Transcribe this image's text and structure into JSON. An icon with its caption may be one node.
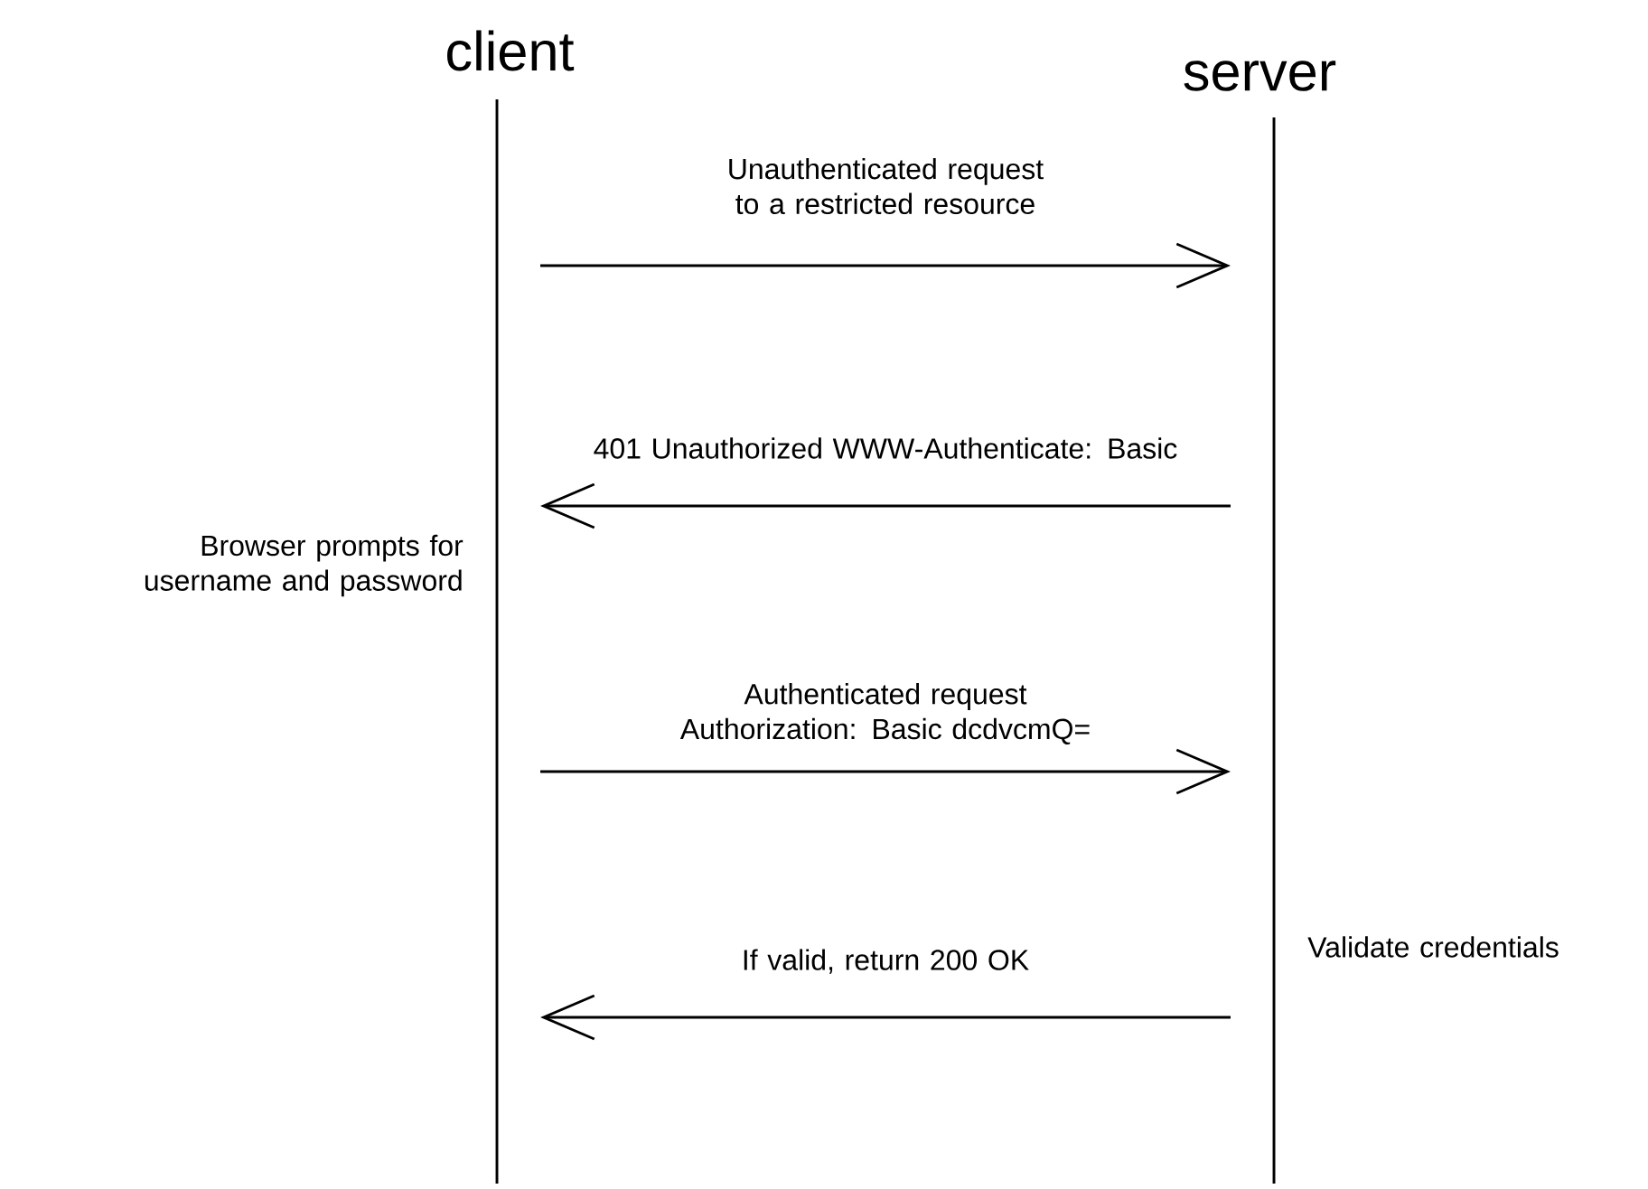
{
  "diagram": {
    "nodes": [
      {
        "text": [
          "client"
        ],
        "beside": [
          "Browser prompts for username and password"
        ]
      },
      {
        "text": [
          "server"
        ],
        "beside": [
          "Validate credentials"
        ]
      }
    ],
    "edges": [
      {
        "from": 0,
        "to": 1,
        "arrow": "to",
        "label": "Unauthenticated request to a restricted resource"
      },
      {
        "from": 1,
        "to": 0,
        "arrow": "to",
        "label": "401 Unauthorized WWW-Authenticate: Basic"
      },
      {
        "from": 0,
        "to": 1,
        "arrow": "to",
        "label": "Authenticated request Authorization: Basic dcdvcmQ="
      },
      {
        "from": 1,
        "to": 0,
        "arrow": "to",
        "label": "If valid, return 200 OK"
      }
    ]
  }
}
